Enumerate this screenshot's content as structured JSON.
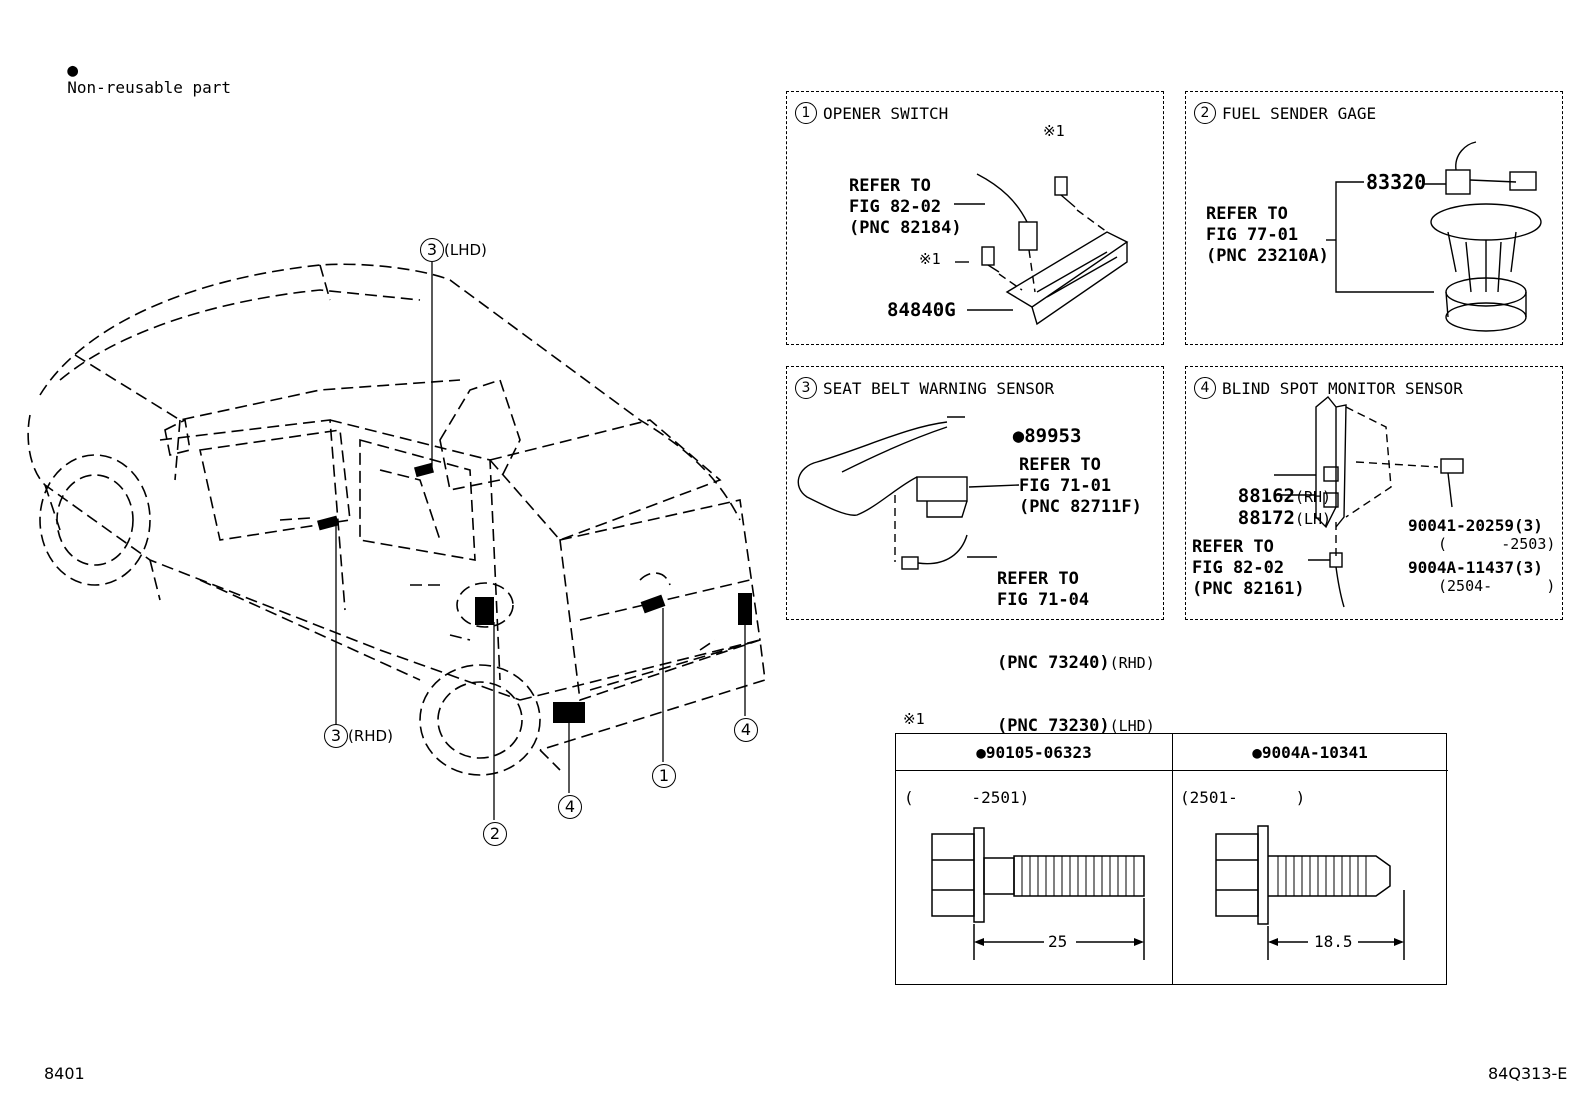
{
  "legend": {
    "symbol": "●",
    "text": "Non-reusable part"
  },
  "footer": {
    "left_code": "8401",
    "right_code": "84Q313-E"
  },
  "callouts": {
    "lhd": {
      "num": "3",
      "suffix": "(LHD)"
    },
    "rhd": {
      "num": "3",
      "suffix": "(RHD)"
    },
    "fuel": {
      "num": "2"
    },
    "bsm_left": {
      "num": "4"
    },
    "opener": {
      "num": "1"
    },
    "bsm_right": {
      "num": "4"
    }
  },
  "panels": {
    "opener_switch": {
      "num": "1",
      "title": "OPENER SWITCH",
      "refer": "REFER TO\nFIG 82-02\n(PNC 82184)",
      "mark_top": "※1",
      "mark_left": "※1",
      "part": "84840G"
    },
    "fuel_sender": {
      "num": "2",
      "title": "FUEL SENDER GAGE",
      "part": "83320",
      "refer": "REFER TO\nFIG 77-01\n(PNC 23210A)"
    },
    "seat_belt": {
      "num": "3",
      "title": "SEAT BELT WARNING SENSOR",
      "part": "89953",
      "refer1": "REFER TO\nFIG 71-01\n(PNC 82711F)",
      "refer2_head": "REFER TO\nFIG 71-04",
      "refer2_rhd": "(PNC 73240)",
      "refer2_rhd_tag": "(RHD)",
      "refer2_lhd": "(PNC 73230)",
      "refer2_lhd_tag": "(LHD)"
    },
    "blind_spot": {
      "num": "4",
      "title": "BLIND SPOT MONITOR SENSOR",
      "part_rh": "88162",
      "tag_rh": "(RH)",
      "part_lh": "88172",
      "tag_lh": "(LH)",
      "refer": "REFER TO\nFIG 82-02\n(PNC 82161)",
      "bolt1": "90041-20259(3)",
      "bolt1_range": "(      -2503)",
      "bolt2": "9004A-11437(3)",
      "bolt2_range": "(2504-      )"
    }
  },
  "bolt_table": {
    "mark": "※1",
    "left": {
      "part": "90105-06323",
      "range": "(      -2501)",
      "length": "25"
    },
    "right": {
      "part": "9004A-10341",
      "range": "(2501-      )",
      "length": "18.5"
    }
  }
}
